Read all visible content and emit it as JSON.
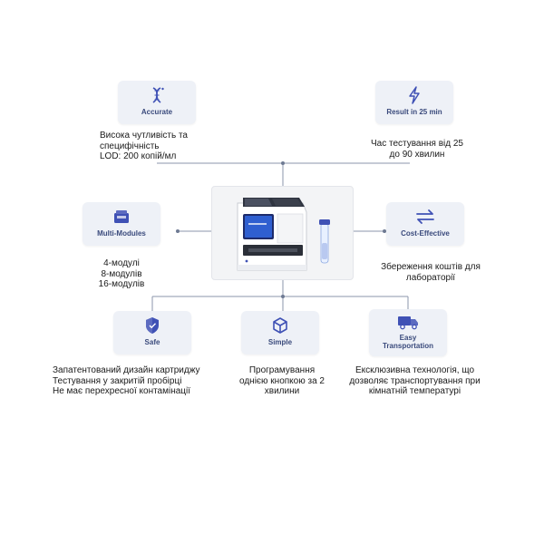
{
  "features": {
    "accurate": {
      "title": "Accurate",
      "icon": "dna-icon",
      "description": "Висока чутливість та\nспецифічність\nLOD: 200 копій/мл"
    },
    "result": {
      "title": "Result in 25 min",
      "icon": "lightning-icon",
      "description": "Час тестування  від 25\nдо 90 хвилин"
    },
    "multi_modules": {
      "title": "Multi-Modules",
      "icon": "module-box-icon",
      "description": "4-модулі\n8-модулів\n16-модулів"
    },
    "cost_effective": {
      "title": "Cost-Effective",
      "icon": "exchange-arrows-icon",
      "description": "Збереження коштів для\nлабораторії"
    },
    "safe": {
      "title": "Safe",
      "icon": "shield-icon",
      "description": "Запатентований дизайн картриджу\nТестування у закритій пробірці\nНе має перехресної контамінації"
    },
    "simple": {
      "title": "Simple",
      "icon": "cube-icon",
      "description": "Програмування\nоднією кнопкою за 2\nхвилини"
    },
    "transport": {
      "title": "Easy\nTransportation",
      "icon": "truck-icon",
      "description": "Ексклюзивна технологія, що\nдозволяє транспортування при\nкімнатній температурі"
    }
  },
  "colors": {
    "accent": "#3f51b5",
    "card_bg": "#eef1f7",
    "label": "#3a4a7c",
    "connector": "#8b96ab"
  }
}
